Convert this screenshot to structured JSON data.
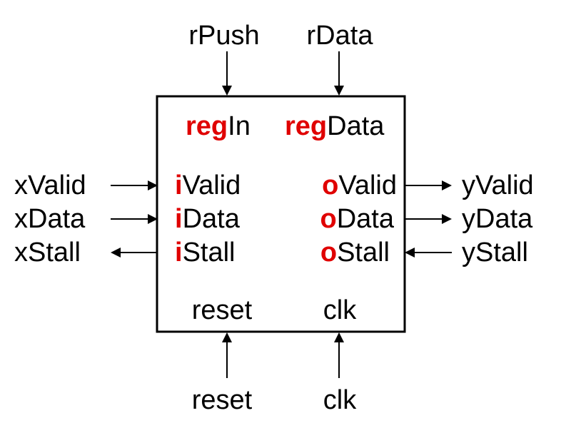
{
  "colors": {
    "prefix": "#e00000",
    "text": "#000000",
    "background": "#ffffff"
  },
  "ports": {
    "top": [
      {
        "external": "rPush",
        "internal_prefix": "reg",
        "internal_rest": "In",
        "direction": "in"
      },
      {
        "external": "rData",
        "internal_prefix": "reg",
        "internal_rest": "Data",
        "direction": "in"
      }
    ],
    "left": [
      {
        "external": "xValid",
        "internal_prefix": "i",
        "internal_rest": "Valid",
        "direction": "in"
      },
      {
        "external": "xData",
        "internal_prefix": "i",
        "internal_rest": "Data",
        "direction": "in"
      },
      {
        "external": "xStall",
        "internal_prefix": "i",
        "internal_rest": "Stall",
        "direction": "out"
      }
    ],
    "right": [
      {
        "external": "yValid",
        "internal_prefix": "o",
        "internal_rest": "Valid",
        "direction": "out"
      },
      {
        "external": "yData",
        "internal_prefix": "o",
        "internal_rest": "Data",
        "direction": "out"
      },
      {
        "external": "yStall",
        "internal_prefix": "o",
        "internal_rest": "Stall",
        "direction": "in"
      }
    ],
    "bottom": [
      {
        "external": "reset",
        "internal": "reset",
        "direction": "in"
      },
      {
        "external": "clk",
        "internal": "clk",
        "direction": "in"
      }
    ]
  }
}
